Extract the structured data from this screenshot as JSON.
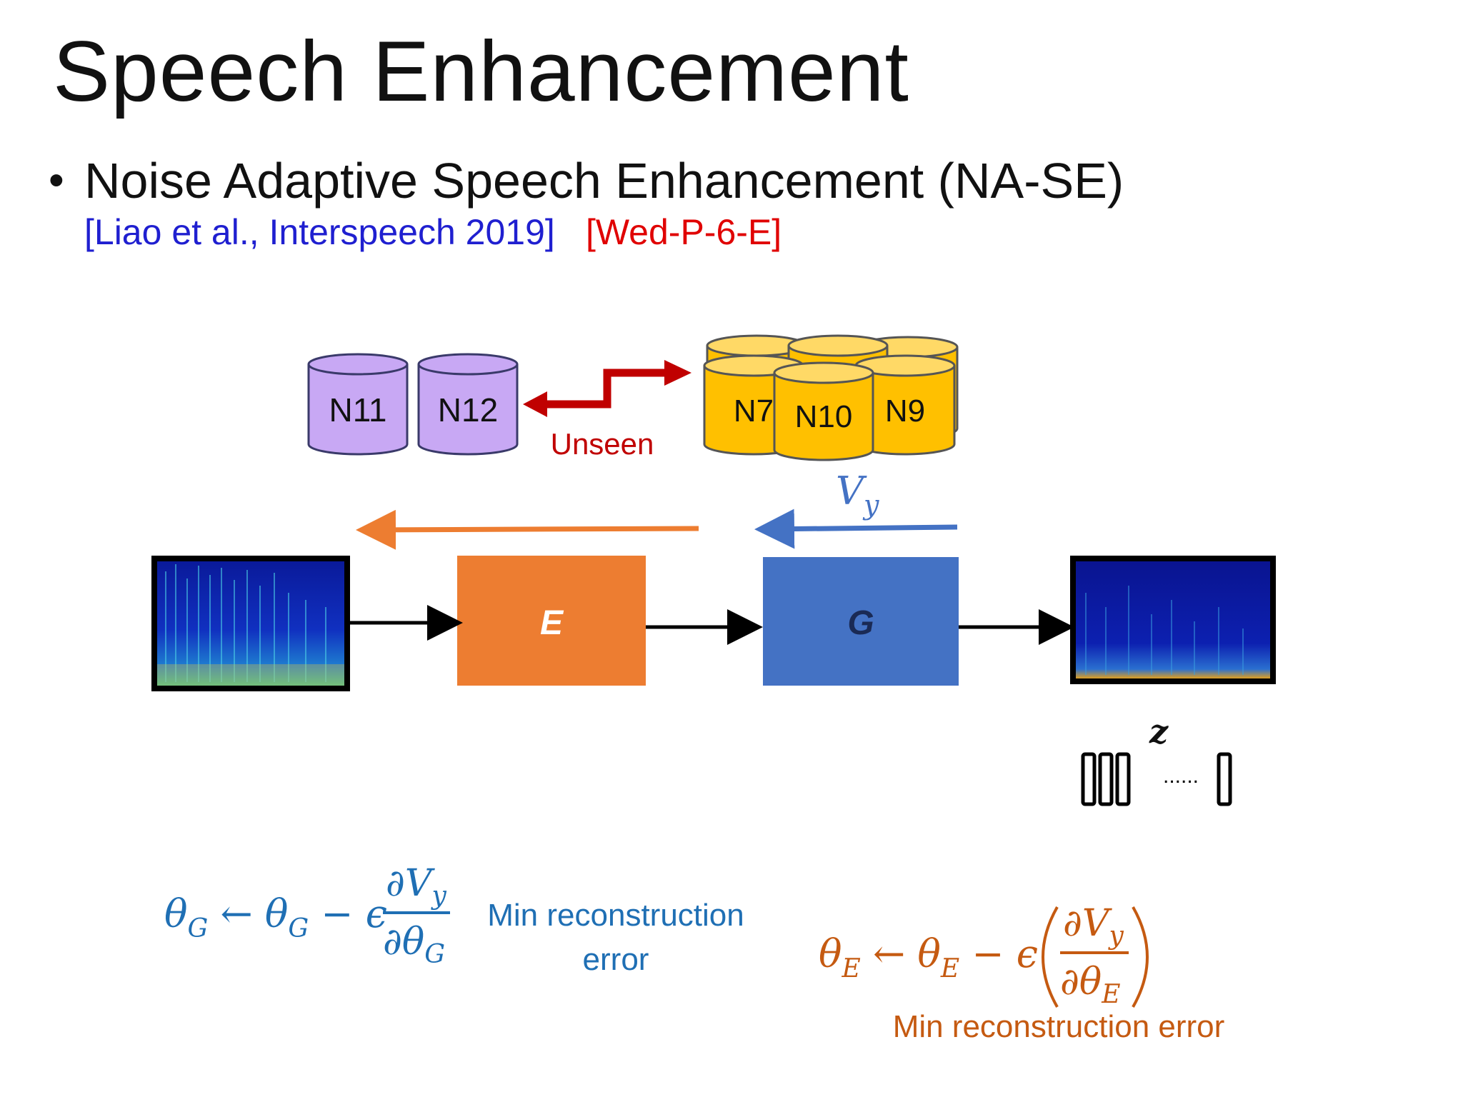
{
  "title": "Speech Enhancement",
  "bullet": {
    "text": "Noise Adaptive Speech Enhancement (NA-SE)",
    "citation": "[Liao et al., Interspeech 2019]",
    "session": "[Wed-P-6-E]"
  },
  "noise_sets": {
    "unseen": [
      "N11",
      "N12"
    ],
    "seen": [
      "N7",
      "N10",
      "N9"
    ],
    "arrow_label": "Unseen"
  },
  "blocks": {
    "encoder": "E",
    "generator": "G"
  },
  "labels": {
    "vy": "V",
    "vy_sub": "y",
    "z": "z",
    "dots": "......"
  },
  "equations": {
    "left_lhs": "θ",
    "left_note_line1": "Min reconstruction",
    "left_note_line2": "error",
    "right_note": "Min reconstruction error"
  },
  "colors": {
    "purple": "#c8a8f4",
    "yellow": "#ffc000",
    "orange": "#ed7d31",
    "blue": "#4472c4",
    "red": "#c00000",
    "cite_blue": "#1f1fd0",
    "cite_red": "#e00000",
    "eq_blue": "#1f6fb4",
    "eq_orange": "#c55a11"
  }
}
